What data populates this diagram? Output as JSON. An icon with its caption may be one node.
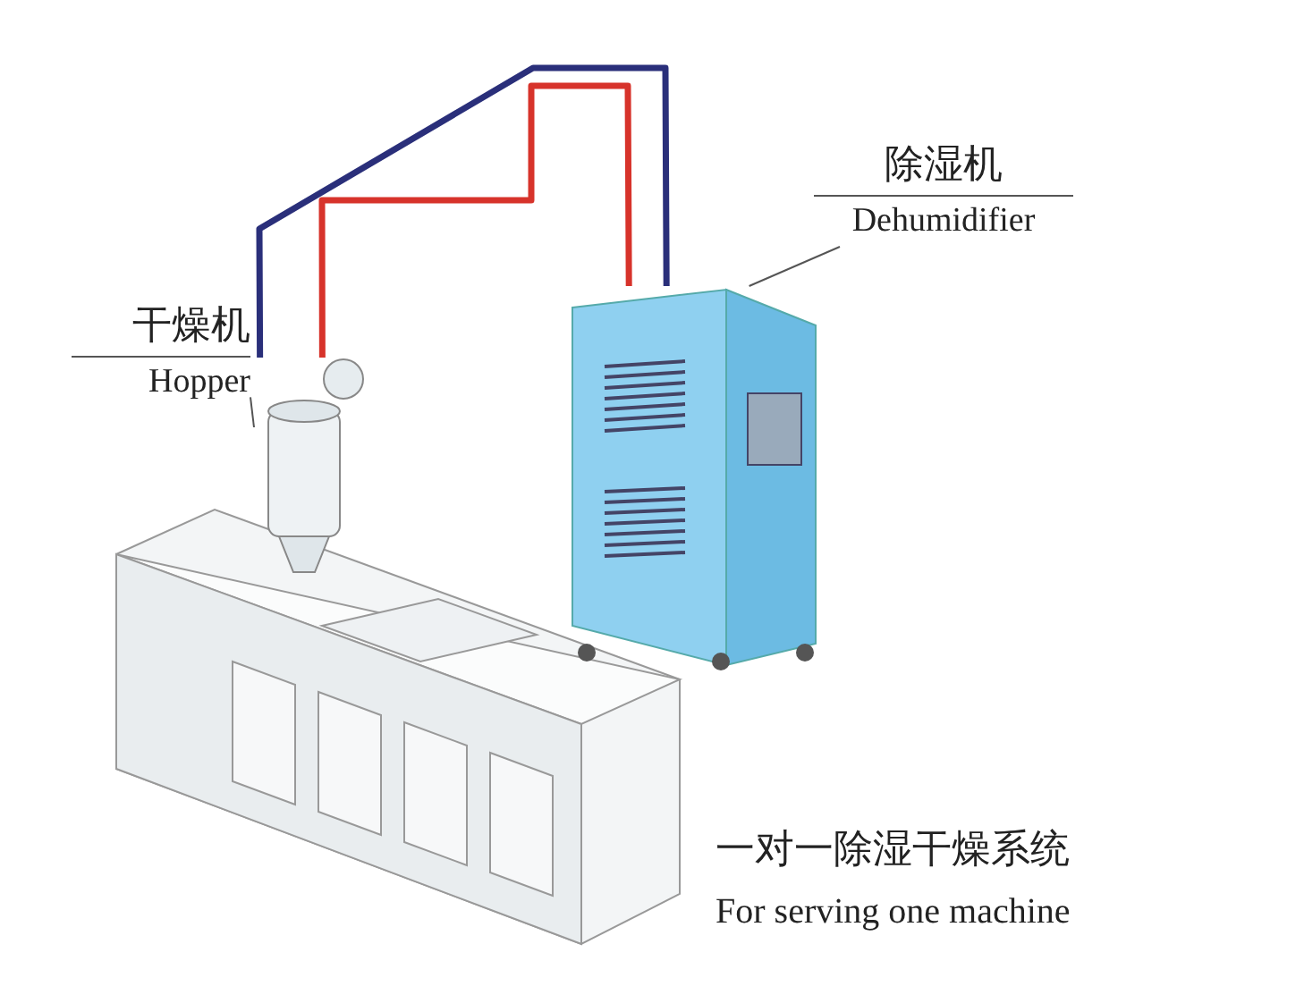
{
  "diagram": {
    "nodes": [
      {
        "text": [
          "除湿机",
          "Dehumidifier"
        ]
      },
      {
        "text": [],
        "shape": "picture"
      },
      {
        "text": [
          "干燥机",
          "Hopper"
        ]
      },
      {
        "text": [],
        "shape": "picture"
      }
    ],
    "edges": [
      {
        "from": 0,
        "to": 3,
        "arrow": "none"
      },
      {
        "from": 2,
        "to": 1,
        "arrow": "none"
      },
      {
        "from": 3,
        "to": 1,
        "arrow": "none",
        "style": "thick",
        "color": "#d7332b"
      },
      {
        "from": 3,
        "to": 1,
        "arrow": "none",
        "style": "thick",
        "color": "#2a2f7a"
      }
    ],
    "labels": [
      "一对一除湿干燥系统",
      "For serving one machine"
    ]
  }
}
